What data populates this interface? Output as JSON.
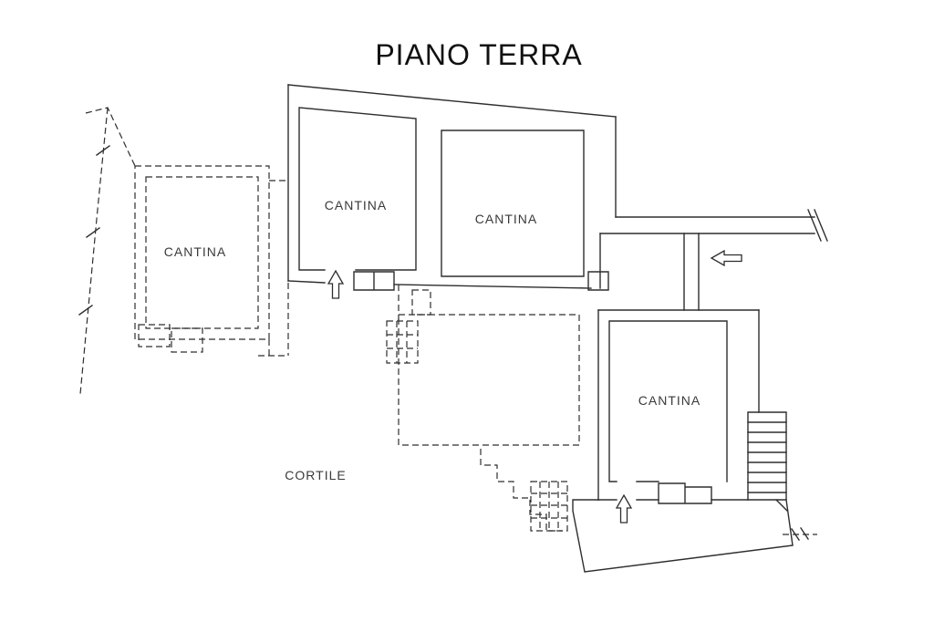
{
  "page": {
    "title": "PIANO TERRA",
    "background": "#ffffff"
  },
  "plan": {
    "line_color": "#2e2e2e",
    "label_color": "#3a3a3a",
    "rooms": [
      {
        "name": "cantina-upper-left",
        "label": "CANTINA"
      },
      {
        "name": "cantina-upper-middle",
        "label": "CANTINA"
      },
      {
        "name": "cantina-upper-right",
        "label": "CANTINA"
      },
      {
        "name": "cantina-lower-right",
        "label": "CANTINA"
      },
      {
        "name": "cortile",
        "label": "CORTILE"
      }
    ]
  }
}
